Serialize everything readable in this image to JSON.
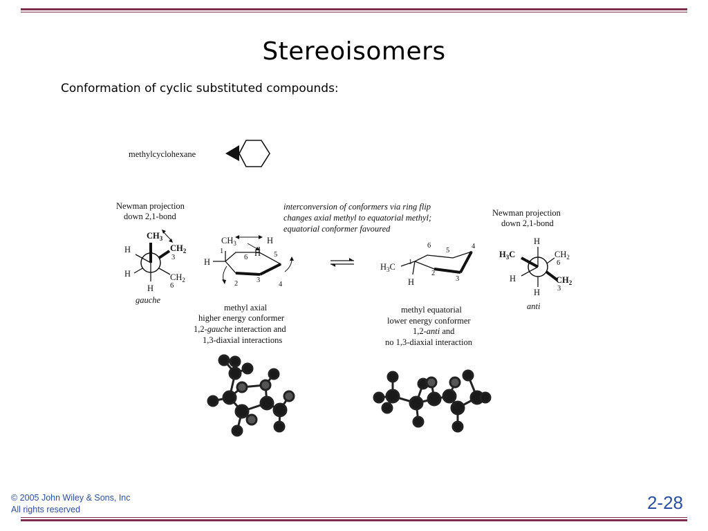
{
  "slide": {
    "title": "Stereoisomers",
    "subtitle": "Conformation of cyclic substituted compounds:"
  },
  "figure": {
    "compound_label": "methylcyclohexane",
    "newman_left": {
      "caption_line1": "Newman projection",
      "caption_line2": "down 2,1-bond",
      "front_top": "CH",
      "front_top_sub": "3",
      "back_top": "CH",
      "back_top_sub": "2",
      "back_top_num": "3",
      "left_upper": "H",
      "left_lower": "H",
      "bottom_front": "H",
      "back_lower": "CH",
      "back_lower_sub": "2",
      "back_lower_num": "6",
      "caption": "gauche"
    },
    "chair_axial": {
      "ch3": "CH",
      "ch3_sub": "3",
      "h_top": "H",
      "h_mid": "H",
      "h_left": "H",
      "c1": "1",
      "c3": "3",
      "c2": "2",
      "c4": "4",
      "c5": "5",
      "c6": "6",
      "caption_line1": "methyl axial",
      "caption_line2": "higher energy conformer",
      "caption_line3_pre": "1,2-",
      "caption_line3_em": "gauche",
      "caption_line3_post": " interaction and",
      "caption_line4": "1,3-diaxial interactions"
    },
    "interconversion": {
      "line1_em1": "interconversion of conformers",
      "line1_post": " via ring flip",
      "line2": "changes axial methyl to equatorial methyl;",
      "line3_em": "equatorial conformer favoured"
    },
    "chair_equatorial": {
      "h3c": "H",
      "h3c_sub": "3",
      "h3c_c": "C",
      "h_bottom": "H",
      "c1": "1",
      "c2": "2",
      "c3": "3",
      "c4": "4",
      "c5": "5",
      "c6": "6",
      "caption_line1": "methyl equatorial",
      "caption_line2": "lower energy conformer",
      "caption_line3_pre": "1,2-",
      "caption_line3_em": "anti",
      "caption_line3_post": " and",
      "caption_line4": "no 1,3-diaxial interaction"
    },
    "newman_right": {
      "caption_line1": "Newman projection",
      "caption_line2": "down 2,1-bond",
      "top": "H",
      "front_left": "H",
      "front_left_sub": "3",
      "front_left_c": "C",
      "back_upper": "CH",
      "back_upper_sub": "2",
      "back_upper_num": "6",
      "left_lower": "H",
      "back_lower": "CH",
      "back_lower_sub": "2",
      "back_lower_num": "3",
      "bottom": "H",
      "caption": "anti"
    }
  },
  "footer": {
    "copyright_line1": "© 2005 John Wiley & Sons, Inc",
    "copyright_line2": "All rights reserved",
    "page_number": "2-28"
  },
  "colors": {
    "rule": "#7a2c4a",
    "footer_text": "#2a4fa0",
    "atom_dark": "#1a1a1a",
    "atom_grey": "#555555"
  }
}
